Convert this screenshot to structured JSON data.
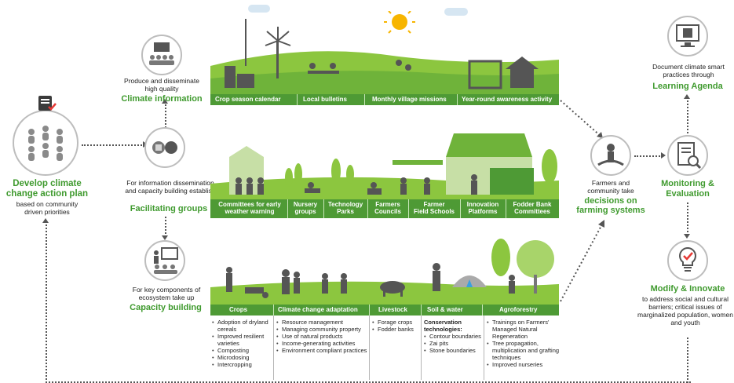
{
  "left": {
    "title": "Develop climate change action plan",
    "subtitle": "based on community driven priorities"
  },
  "row1": {
    "desc": "Produce and disseminate high quality",
    "title": "Climate information",
    "labels": [
      "Crop season calendar",
      "Local bulletins",
      "Monthly village missions",
      "Year-round awareness activity"
    ]
  },
  "row2": {
    "desc": "For information dissemination and capacity building establish",
    "title": "Facilitating groups",
    "labels": [
      {
        "l1": "Committees for early",
        "l2": "weather warning"
      },
      {
        "l1": "Nursery",
        "l2": "groups"
      },
      {
        "l1": "Technology",
        "l2": "Parks"
      },
      {
        "l1": "Farmers",
        "l2": "Councils"
      },
      {
        "l1": "Farmer",
        "l2": "Field Schools"
      },
      {
        "l1": "Innovation",
        "l2": "Platforms"
      },
      {
        "l1": "Fodder Bank",
        "l2": "Committees"
      }
    ]
  },
  "row3": {
    "desc": "For key components of ecosystem take up",
    "title": "Capacity building",
    "labels": [
      "Crops",
      "Climate change adaptation",
      "Livestock",
      "Soil & water",
      "Agroforestry"
    ]
  },
  "lists": {
    "crops": [
      "Adoption of dryland cereals",
      "Improved resilient varieties",
      "Composting",
      "Microdosing",
      "Intercropping"
    ],
    "adaptation": [
      "Resource management",
      "Managing community property",
      "Use of natural products",
      "Income-generating activities",
      "Environment compliant practices"
    ],
    "livestock": [
      "Forage crops",
      "Fodder banks"
    ],
    "soil_heading": "Conservation technologies:",
    "soil": [
      "Contour boundaries",
      "Zai pits",
      "Stone boundaries"
    ],
    "agroforestry": [
      "Trainings on Farmers' Managed Natural Regeneration",
      "Tree propagation, multiplication and grafting techniques",
      "Improved nurseries"
    ]
  },
  "decisions": {
    "desc": "Farmers and community take",
    "title": "decisions on farming systems"
  },
  "right": {
    "learning_desc": "Document climate smart practices through",
    "learning_title": "Learning Agenda",
    "monitoring_title": "Monitoring & Evaluation",
    "modify_title": "Modify & Innovate",
    "modify_desc": "to address social and cultural barriers; critical issues of marginalized population, women and youth"
  },
  "colors": {
    "green": "#3f9a2e",
    "band": "#4e9a35",
    "hill": "#8cc63f",
    "sun": "#f7b500"
  }
}
